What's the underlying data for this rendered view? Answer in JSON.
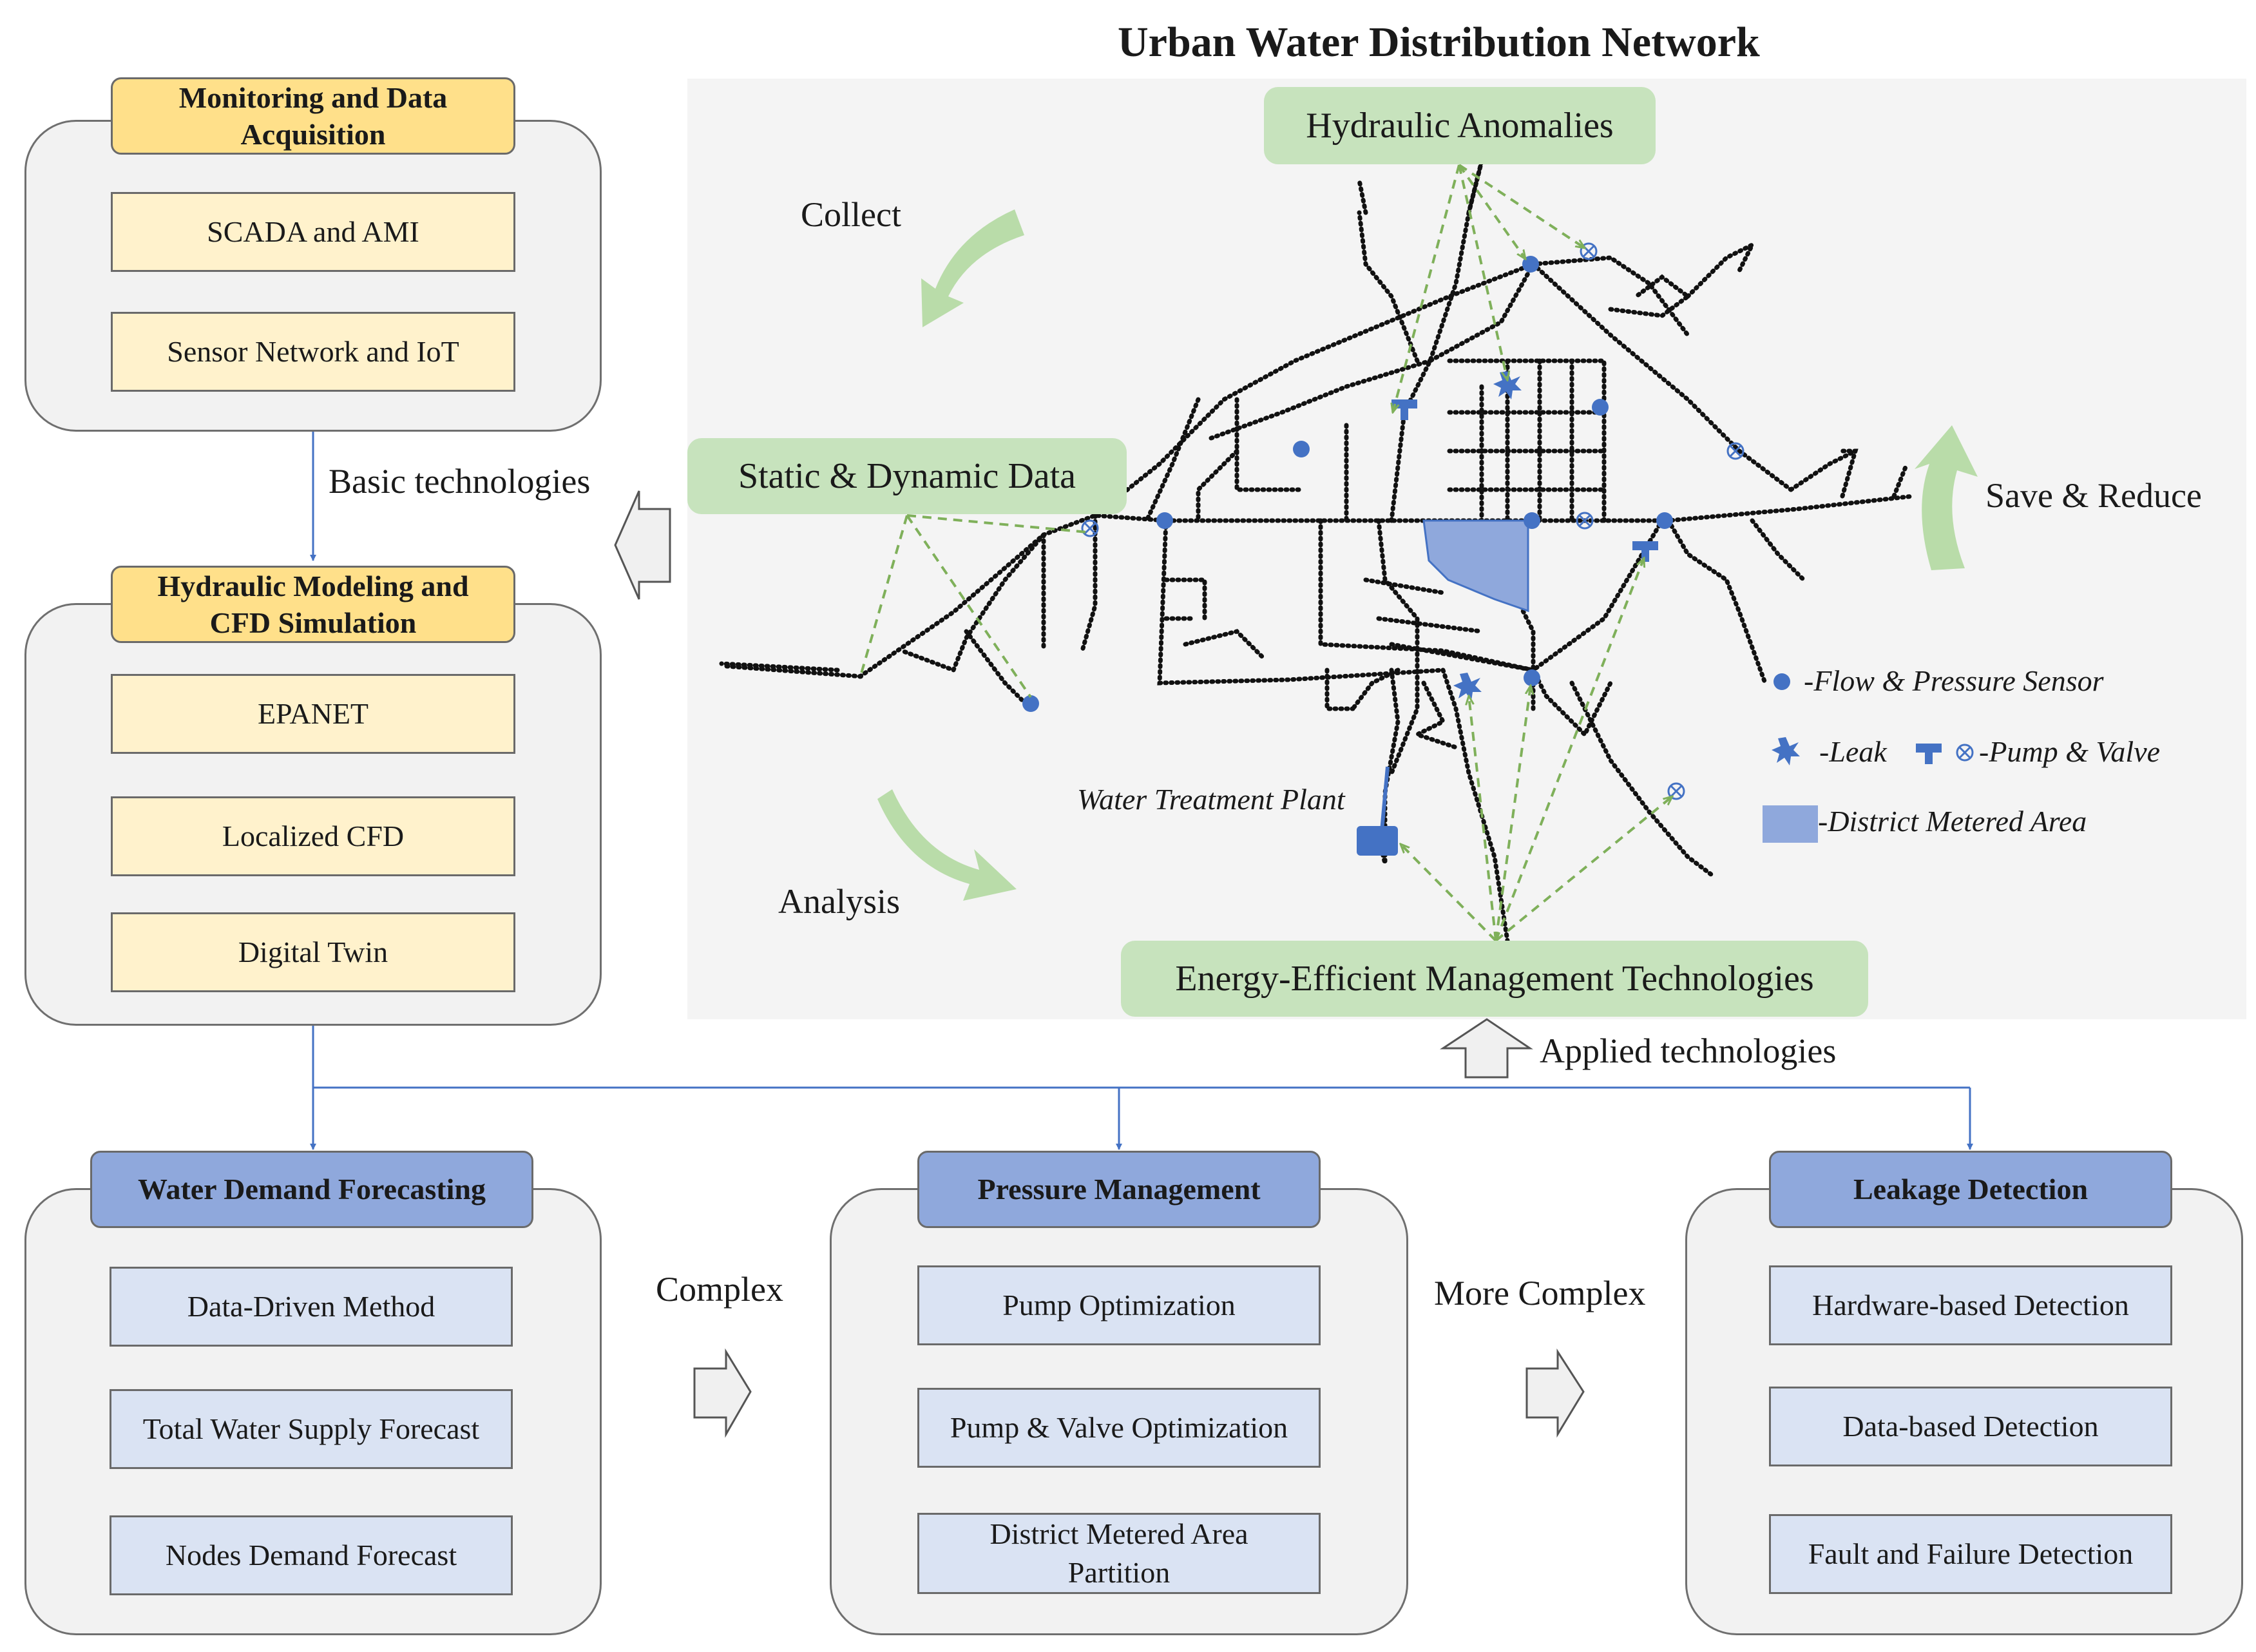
{
  "title": "Urban Water Distribution Network",
  "monitoring": {
    "header": [
      "Monitoring and Data",
      "Acquisition"
    ],
    "items": [
      "SCADA and AMI",
      "Sensor Network and IoT"
    ]
  },
  "basic_tech": "Basic technologies",
  "modeling": {
    "header": [
      "Hydraulic Modeling and",
      "CFD Simulation"
    ],
    "items": [
      "EPANET",
      "Localized CFD",
      "Digital Twin"
    ]
  },
  "network": {
    "hydraulic_anomalies": "Hydraulic Anomalies",
    "collect": "Collect",
    "static_dynamic": "Static & Dynamic Data",
    "save_reduce": "Save & Reduce",
    "analysis": "Analysis",
    "water_treatment_plant": "Water Treatment Plant",
    "energy_efficient": "Energy-Efficient Management Technologies",
    "legend": {
      "sensor": "-Flow & Pressure Sensor",
      "leak": "-Leak",
      "pump_valve": "-Pump & Valve",
      "dma": "-District Metered Area"
    }
  },
  "applied_tech": "Applied technologies",
  "demand": {
    "header": "Water Demand Forecasting",
    "items": [
      "Data-Driven Method",
      "Total Water Supply Forecast",
      "Nodes Demand Forecast"
    ]
  },
  "complex": "Complex",
  "pressure": {
    "header": "Pressure Management",
    "items": [
      "Pump Optimization",
      "Pump & Valve Optimization",
      "District Metered Area",
      "Partition"
    ]
  },
  "more_complex": "More Complex",
  "leakage": {
    "header": "Leakage Detection",
    "items": [
      "Hardware-based Detection",
      "Data-based Detection",
      "Fault and Failure Detection"
    ]
  },
  "colors": {
    "connector_blue": "#4472c4",
    "network_green": "#7fb05a",
    "sensor_blue": "#4472c4",
    "dma_fill": "#8fa8dc",
    "header_yellow": "#ffe08a",
    "header_blue": "#8fa8dc"
  }
}
